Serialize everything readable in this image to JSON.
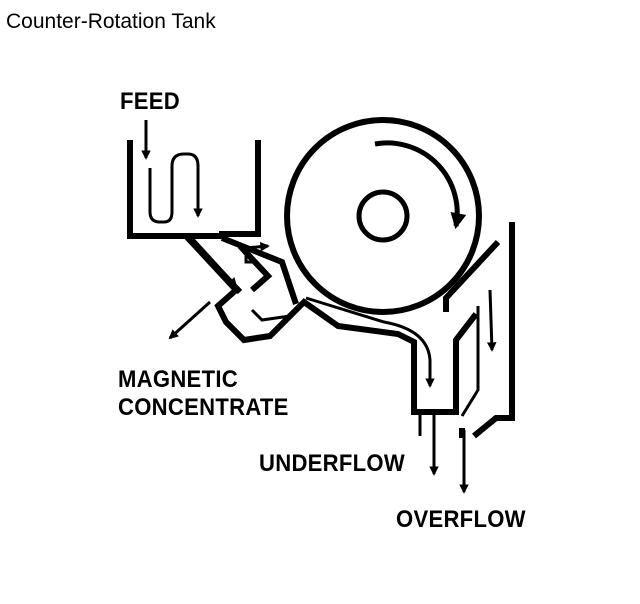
{
  "title": "Counter-Rotation Tank",
  "labels": {
    "feed": "FEED",
    "magnetic": "MAGNETIC",
    "concentrate": "CONCENTRATE",
    "underflow": "UNDERFLOW",
    "overflow": "OVERFLOW"
  },
  "colors": {
    "ink": "#000000",
    "paper": "#ffffff"
  }
}
